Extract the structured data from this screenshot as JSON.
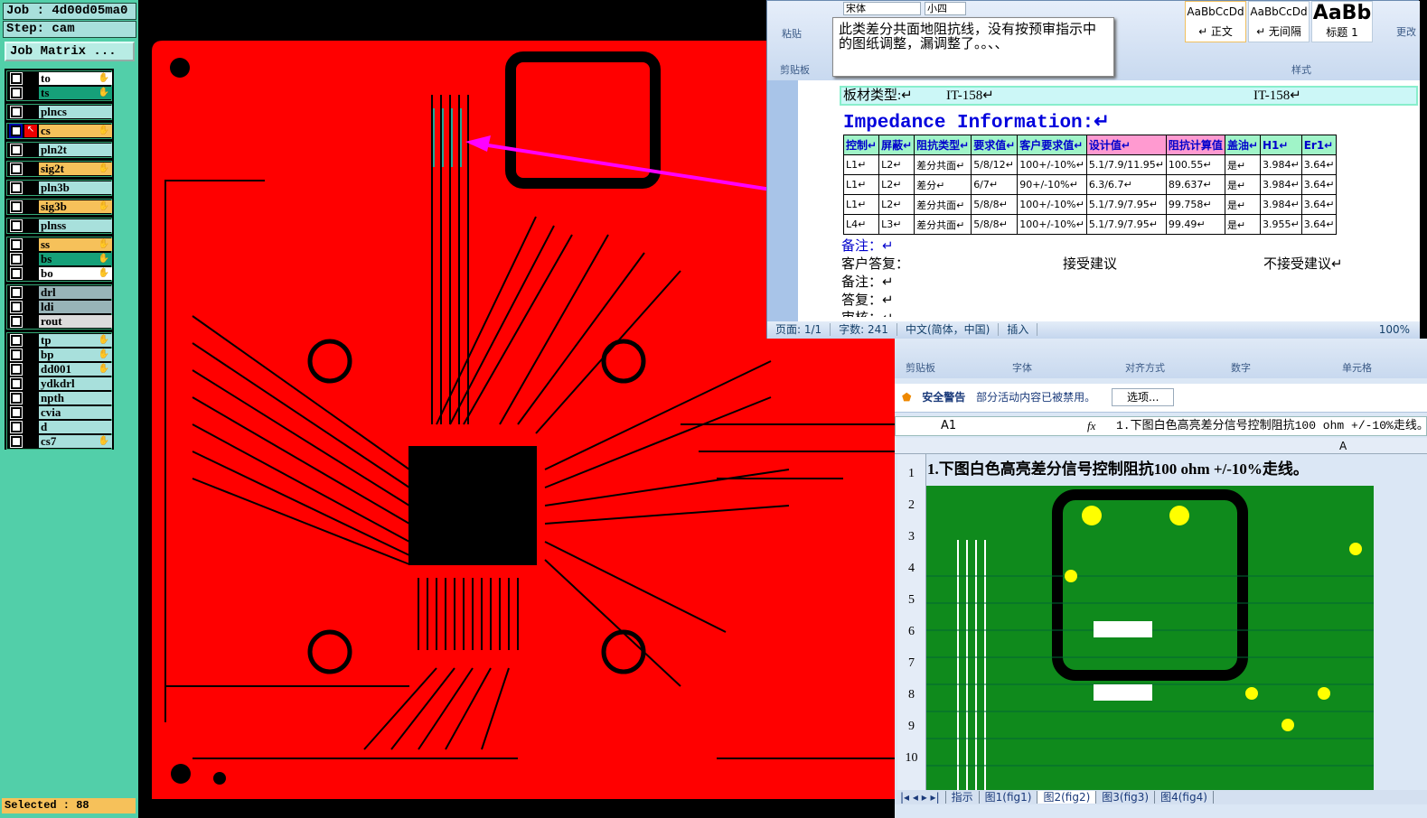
{
  "left_panel": {
    "job": "Job : 4d00d05ma0",
    "step": "Step: cam",
    "job_matrix": "Job Matrix ...",
    "selected": "Selected : 88",
    "groups": [
      [
        {
          "name": "to",
          "color": "#ffffff",
          "hand": true
        },
        {
          "name": "ts",
          "color": "#16a079",
          "hand": true
        }
      ],
      [
        {
          "name": "plncs",
          "color": "#a8e0dc",
          "hand": false
        }
      ],
      [
        {
          "name": "cs",
          "color": "#f6c15a",
          "hand": true,
          "active": true
        }
      ],
      [
        {
          "name": "pln2t",
          "color": "#a8e0dc",
          "hand": false
        }
      ],
      [
        {
          "name": "sig2t",
          "color": "#f6c15a",
          "hand": true
        }
      ],
      [
        {
          "name": "pln3b",
          "color": "#a8e0dc",
          "hand": false
        }
      ],
      [
        {
          "name": "sig3b",
          "color": "#f6c15a",
          "hand": true
        }
      ],
      [
        {
          "name": "plnss",
          "color": "#a8e0dc",
          "hand": false
        }
      ],
      [
        {
          "name": "ss",
          "color": "#f6c15a",
          "hand": true
        },
        {
          "name": "bs",
          "color": "#16a079",
          "hand": true
        },
        {
          "name": "bo",
          "color": "#ffffff",
          "hand": true
        }
      ],
      [
        {
          "name": "drl",
          "color": "#98b4b8",
          "hand": false
        },
        {
          "name": "ldi",
          "color": "#98b4b8",
          "hand": false
        },
        {
          "name": "rout",
          "color": "#dcdcdc",
          "hand": false
        }
      ],
      [
        {
          "name": "tp",
          "color": "#a8e0dc",
          "hand": true
        },
        {
          "name": "bp",
          "color": "#a8e0dc",
          "hand": true
        },
        {
          "name": "dd001",
          "color": "#a8e0dc",
          "hand": true
        },
        {
          "name": "ydkdrl",
          "color": "#a8e0dc",
          "hand": false
        },
        {
          "name": "npth",
          "color": "#a8e0dc",
          "hand": false
        },
        {
          "name": "cvia",
          "color": "#a8e0dc",
          "hand": false
        },
        {
          "name": "d",
          "color": "#a8e0dc",
          "hand": false
        },
        {
          "name": "cs7",
          "color": "#a8e0dc",
          "hand": true
        }
      ]
    ]
  },
  "word": {
    "ribbon": {
      "font": "宋体",
      "size": "小四",
      "paste": "粘贴",
      "clipboard": "剪贴板",
      "styles": [
        "AaBbCcDd",
        "AaBbCcDd",
        "AaBb"
      ],
      "style_names": [
        "↵ 正文",
        "↵ 无间隔",
        "标题 1"
      ],
      "styles_group": "样式",
      "more": "更改"
    },
    "comment": "此类差分共面地阻抗线，没有按预审指示中的图纸调整，漏调整了。。、、",
    "material_label": "板材类型:↵",
    "material_value1": "IT-158↵",
    "material_value2": "IT-158↵",
    "heading": "Impedance Information:↵",
    "table": {
      "headers": [
        "控制↵",
        "屏蔽↵",
        "阻抗类型↵",
        "要求值↵",
        "客户要求值↵",
        "设计值↵",
        "阻抗计算值",
        "盖油↵",
        "H1↵",
        "Er1↵"
      ],
      "rows": [
        [
          "L1↵",
          "L2↵",
          "差分共面↵",
          "5/8/12↵",
          "100+/-10%↵",
          "5.1/7.9/11.95↵",
          "100.55↵",
          "是↵",
          "3.984↵",
          "3.64↵"
        ],
        [
          "L1↵",
          "L2↵",
          "差分↵",
          "6/7↵",
          "90+/-10%↵",
          "6.3/6.7↵",
          "89.637↵",
          "是↵",
          "3.984↵",
          "3.64↵"
        ],
        [
          "L1↵",
          "L2↵",
          "差分共面↵",
          "5/8/8↵",
          "100+/-10%↵",
          "5.1/7.9/7.95↵",
          "99.758↵",
          "是↵",
          "3.984↵",
          "3.64↵"
        ],
        [
          "L4↵",
          "L3↵",
          "差分共面↵",
          "5/8/8↵",
          "100+/-10%↵",
          "5.1/7.9/7.95↵",
          "99.49↵",
          "是↵",
          "3.955↵",
          "3.64↵"
        ]
      ]
    },
    "notes": {
      "remark1": "备注：↵",
      "reply": "客户答复：",
      "accept": "接受建议",
      "reject": "不接受建议↵",
      "remark2": "备注：↵",
      "answer": "答复：↵",
      "review": "审核：↵"
    },
    "status": {
      "page": "页面: 1/1",
      "words": "字数: 241",
      "lang": "中文(简体，中国)",
      "mode": "插入",
      "zoom": "100%"
    }
  },
  "excel": {
    "ribbon": [
      "剪贴板",
      "字体",
      "对齐方式",
      "数字",
      "单元格"
    ],
    "security_title": "安全警告",
    "security_msg": "部分活动内容已被禁用。",
    "options": "选项...",
    "name_box": "A1",
    "fx": "fx",
    "formula": "1.下图白色高亮差分信号控制阻抗100 ohm +/-10%走线。",
    "column": "A",
    "rows": [
      "1",
      "2",
      "3",
      "4",
      "5",
      "6",
      "7",
      "8",
      "9",
      "10"
    ],
    "a1": "1.下图白色高亮差分信号控制阻抗100 ohm +/-10%走线。",
    "tabs": [
      "指示",
      "图1(fig1)",
      "图2(fig2)",
      "图3(fig3)",
      "图4(fig4)"
    ]
  },
  "colors": {
    "board": "#ff0000",
    "panel": "#52cfa9",
    "arrow": "#ff00ff",
    "green_board": "#0f8a1c"
  }
}
